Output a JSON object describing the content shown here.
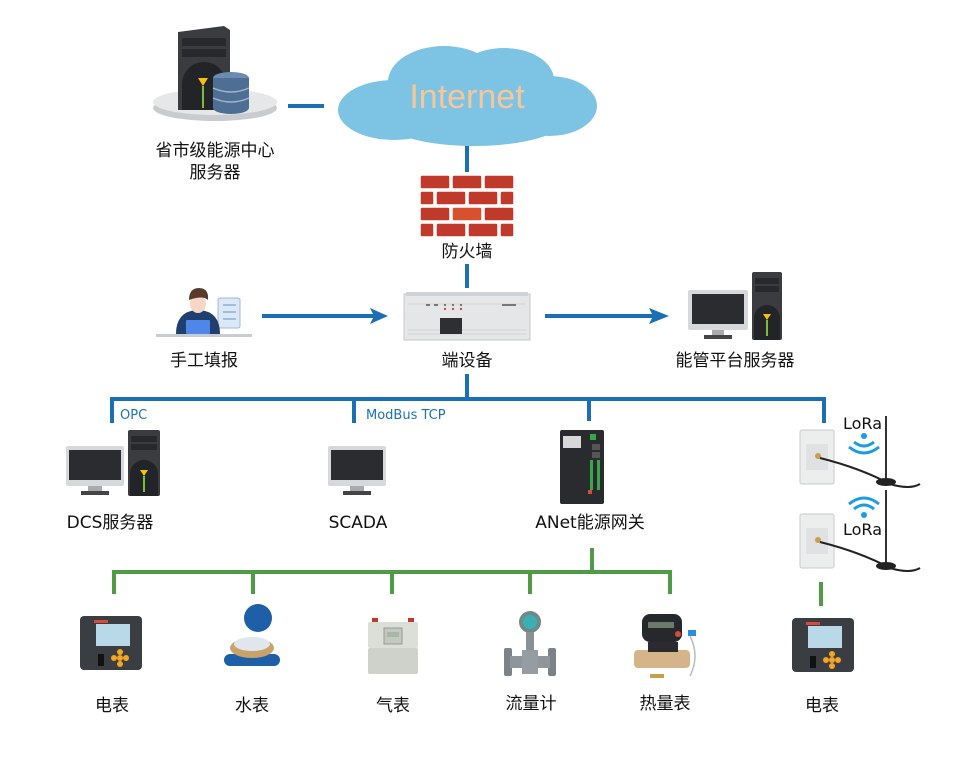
{
  "title": "能源管理系统网络拓扑",
  "cloud": {
    "label": "Internet",
    "color": "#7cc3e4",
    "text_color": "#f7c79a"
  },
  "nodes": {
    "provincial_server": {
      "label_line1": "省市级能源中心",
      "label_line2": "服务器"
    },
    "firewall": {
      "label": "防火墙"
    },
    "manual_entry": {
      "label": "手工填报"
    },
    "edge_device": {
      "label": "端设备"
    },
    "platform_server": {
      "label": "能管平台服务器"
    },
    "dcs_server": {
      "label": "DCS服务器",
      "protocol": "OPC"
    },
    "scada": {
      "label": "SCADA",
      "protocol": "ModBus TCP"
    },
    "anet_gateway": {
      "label": "ANet能源网关"
    },
    "lora_module_1": {
      "label": "LoRa"
    },
    "lora_module_2": {
      "label": "LoRa"
    }
  },
  "meters": [
    {
      "label": "电表"
    },
    {
      "label": "水表"
    },
    {
      "label": "气表"
    },
    {
      "label": "流量计"
    },
    {
      "label": "热量表"
    }
  ],
  "lora_meter": {
    "label": "电表"
  },
  "colors": {
    "network_line": "#1a6fb5",
    "field_line": "#4e9c45",
    "protocol_text": "#1a73b8"
  }
}
